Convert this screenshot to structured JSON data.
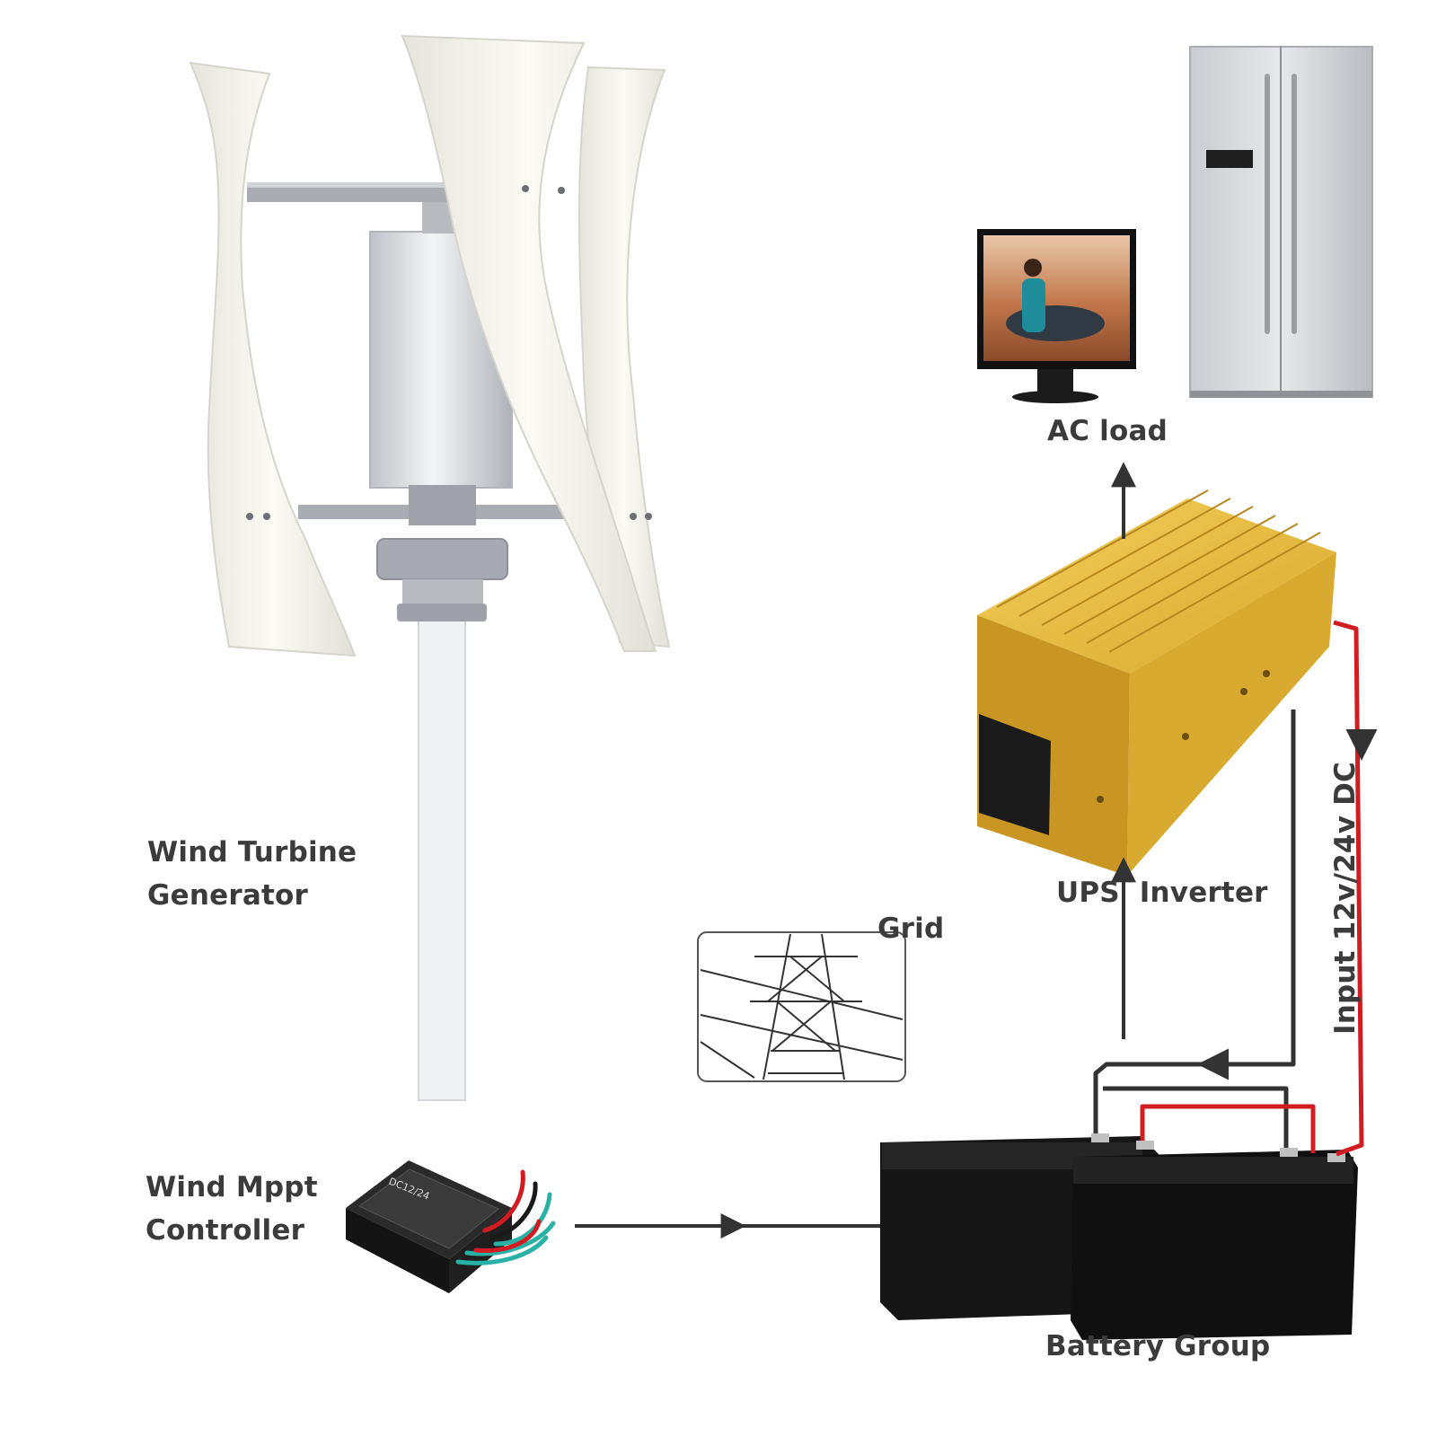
{
  "labels": {
    "wind_turbine_line1": "Wind Turbine",
    "wind_turbine_line2": "Generator",
    "mppt_line1": "Wind Mppt",
    "mppt_line2": "Controller",
    "ac_load": "AC load",
    "ups_inverter": "UPS  Inverter",
    "grid": "Grid",
    "battery_group": "Battery Group",
    "input_dc": "Input 12v/24v DC"
  },
  "device_text": {
    "controller_model": "DC12/24"
  },
  "colors": {
    "positive_wire": "#d21c22",
    "negative_wire": "#333333",
    "inverter_body": "#e3b53a",
    "battery": "#141414",
    "turbine_blade": "#f2f1ea"
  }
}
